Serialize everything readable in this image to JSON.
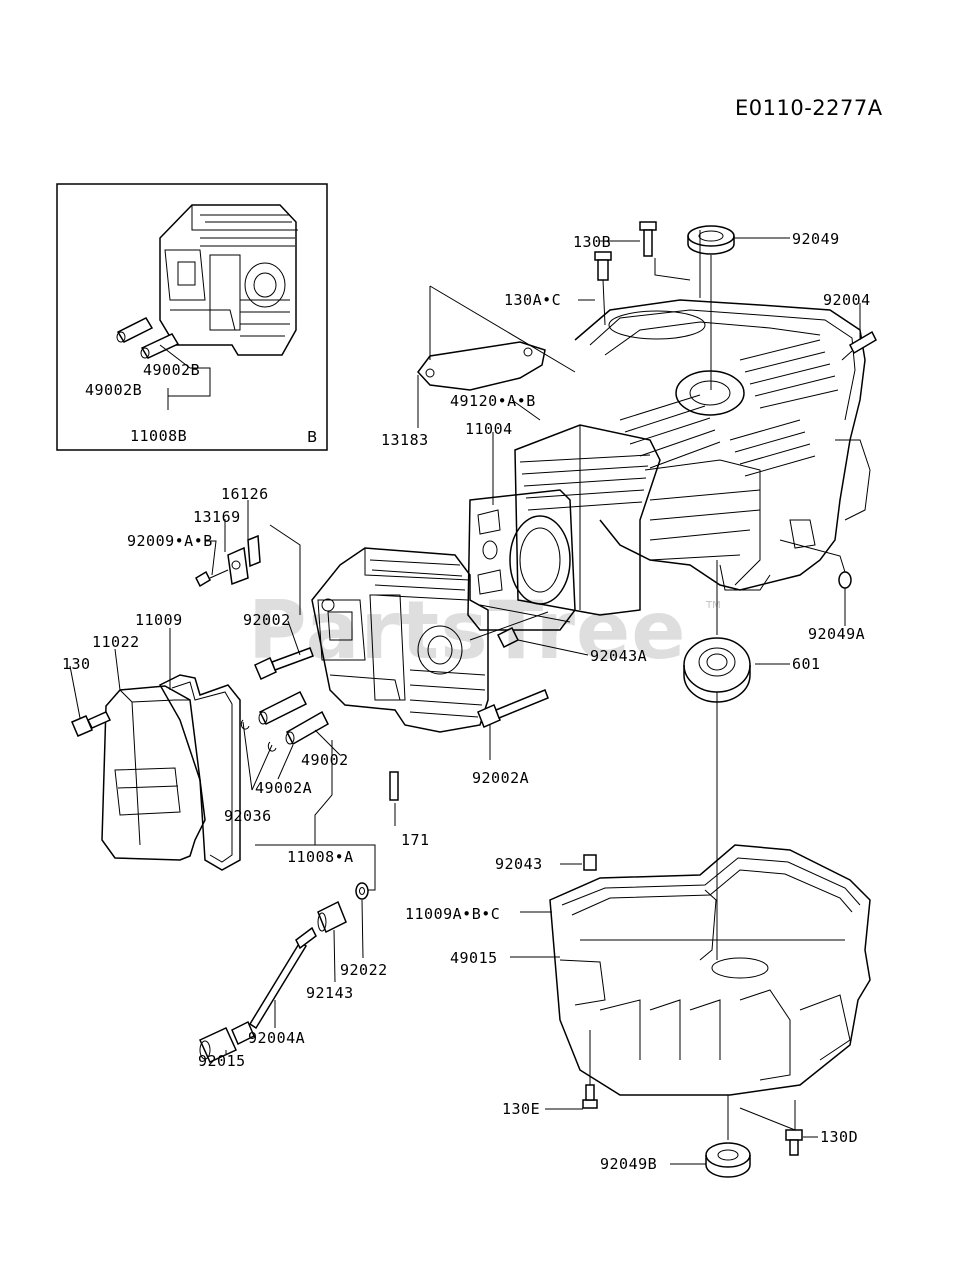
{
  "document_id": "E0110-2277A",
  "watermark": "PartsTree",
  "watermark_tm": "TM",
  "inset": {
    "letter": "B",
    "labels": [
      "49002B",
      "49002B",
      "11008B"
    ]
  },
  "labels": {
    "l130B": "130B",
    "l92049": "92049",
    "l130AC": "130A•C",
    "l92004": "92004",
    "l49120AB": "49120•A•B",
    "l13183": "13183",
    "l11004": "11004",
    "l16126": "16126",
    "l13169": "13169",
    "l92009AB": "92009•A•B",
    "l11009": "11009",
    "l11022": "11022",
    "l130": "130",
    "l92002": "92002",
    "l92043A": "92043A",
    "l601": "601",
    "l92049A": "92049A",
    "l49002": "49002",
    "l49002A": "49002A",
    "l92036": "92036",
    "l92002A": "92002A",
    "l11008A": "11008•A",
    "l171": "171",
    "l92043": "92043",
    "l11009ABC": "11009A•B•C",
    "l49015": "49015",
    "l92022": "92022",
    "l92143": "92143",
    "l92004A": "92004A",
    "l92015": "92015",
    "l130E": "130E",
    "l130D": "130D",
    "l92049B": "92049B"
  }
}
